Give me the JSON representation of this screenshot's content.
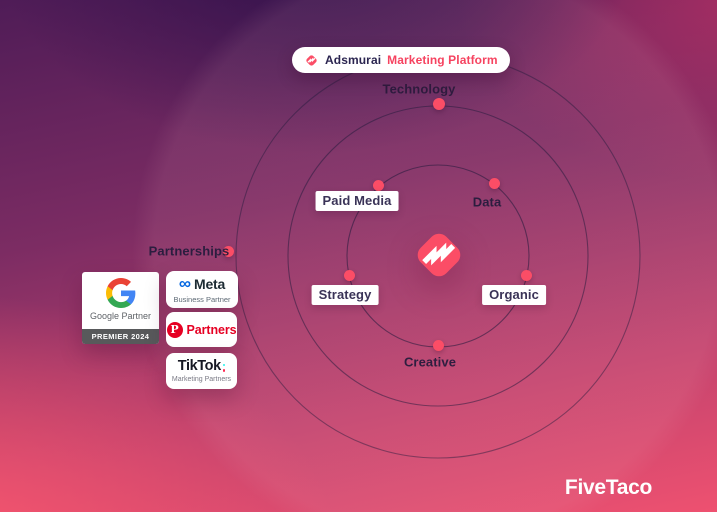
{
  "header_pill": {
    "brand": "Adsmurai",
    "product": "Marketing Platform"
  },
  "orbit": {
    "nodes": [
      {
        "label": "Technology"
      },
      {
        "label": "Paid Media"
      },
      {
        "label": "Data"
      },
      {
        "label": "Strategy"
      },
      {
        "label": "Organic"
      },
      {
        "label": "Creative"
      },
      {
        "label": "Partnerships"
      }
    ]
  },
  "partner_badges": {
    "google": {
      "name": "Google Partner",
      "tier": "PREMIER 2024"
    },
    "meta": {
      "name": "Meta",
      "subtitle": "Business Partner"
    },
    "pinterest": {
      "name": "Partners"
    },
    "tiktok": {
      "name": "TikTok",
      "subtitle": "Marketing Partners"
    }
  },
  "watermark": "FiveTaco",
  "colors": {
    "accent_pink": "#FB4D66",
    "navy_text": "#2B2550",
    "pill_product_red": "#F64360",
    "google_band_gray": "#58595B",
    "meta_blue": "#0668E1",
    "pinterest_red": "#E60023",
    "tiktok_black": "#161823",
    "bg_top_purple": "#30114B",
    "bg_bottom_pink": "#EE5170"
  }
}
